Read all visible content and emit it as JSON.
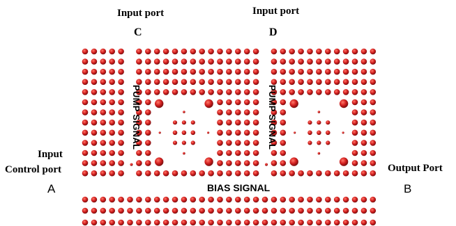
{
  "labels": {
    "input_port_c_title": "Input port",
    "input_port_c_letter": "C",
    "input_port_d_title": "Input port",
    "input_port_d_letter": "D",
    "input_label": "Input",
    "control_port_label": "Control port",
    "port_a_letter": "A",
    "output_port_label": "Output Port",
    "port_b_letter": "B",
    "bias_signal": "BIAS SIGNAL",
    "pump_signal_left": "PUMP SIGNAL",
    "pump_signal_right": "PUMP SIGNAL"
  },
  "colors": {
    "rod_fill": "#d42020",
    "rod_shadow": "#7a0e0e",
    "background": "#ffffff"
  }
}
